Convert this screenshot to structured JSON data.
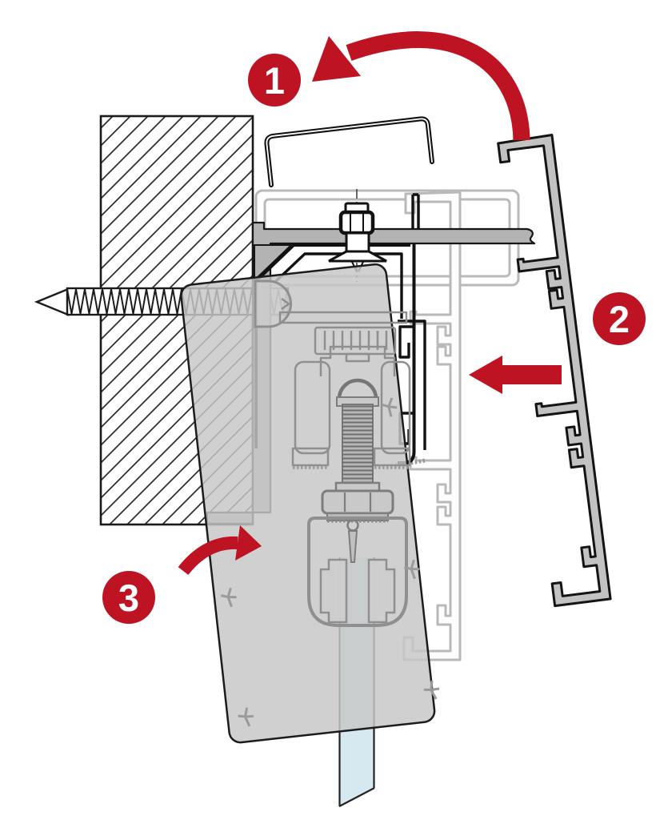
{
  "steps": [
    {
      "label": "1"
    },
    {
      "label": "2"
    },
    {
      "label": "3"
    }
  ],
  "colors": {
    "background": "#ffffff",
    "accent_red": "#be1322",
    "badge_text": "#ffffff",
    "outline_black": "#1a1a1a",
    "ghost_gray": "#b9b9b9",
    "bracket_gray": "#b3b3b3",
    "panel_gray": "#c7c7c7",
    "mechanism_gray": "#8f8f8f",
    "profile_fill_gray": "#c2c2c2",
    "glass_blue": "#d6e9f1"
  }
}
